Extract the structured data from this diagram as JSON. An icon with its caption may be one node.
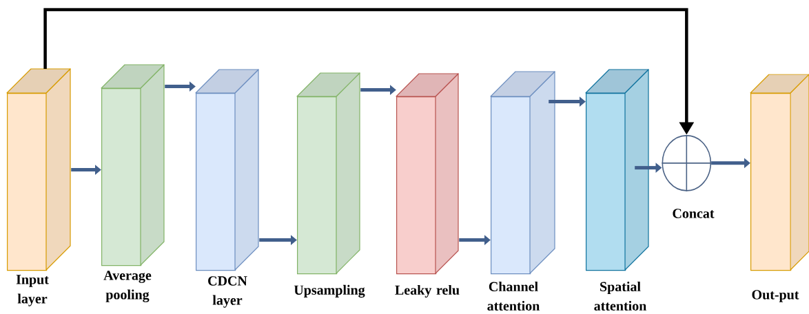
{
  "diagram": {
    "nodes": [
      {
        "text": [
          "Input layer"
        ]
      },
      {
        "text": [
          "Average pooling"
        ]
      },
      {
        "text": [
          "CDCN layer"
        ]
      },
      {
        "text": [
          "Upsampling"
        ]
      },
      {
        "text": [
          "Leaky relu"
        ]
      },
      {
        "text": [
          "Channel attention"
        ]
      },
      {
        "text": [
          "Spatial attention"
        ]
      },
      {
        "text": [
          "Concat"
        ]
      },
      {
        "text": [
          "Out-put"
        ]
      }
    ],
    "edges": [
      {
        "from": 0,
        "to": 1,
        "arrow": "to"
      },
      {
        "from": 1,
        "to": 2,
        "arrow": "to"
      },
      {
        "from": 2,
        "to": 3,
        "arrow": "to"
      },
      {
        "from": 3,
        "to": 4,
        "arrow": "to"
      },
      {
        "from": 4,
        "to": 5,
        "arrow": "to"
      },
      {
        "from": 5,
        "to": 6,
        "arrow": "to"
      },
      {
        "from": 6,
        "to": 7,
        "arrow": "to"
      },
      {
        "from": 7,
        "to": 8,
        "arrow": "to"
      },
      {
        "from": 0,
        "to": 7,
        "arrow": "to",
        "color": "#000000"
      }
    ]
  }
}
